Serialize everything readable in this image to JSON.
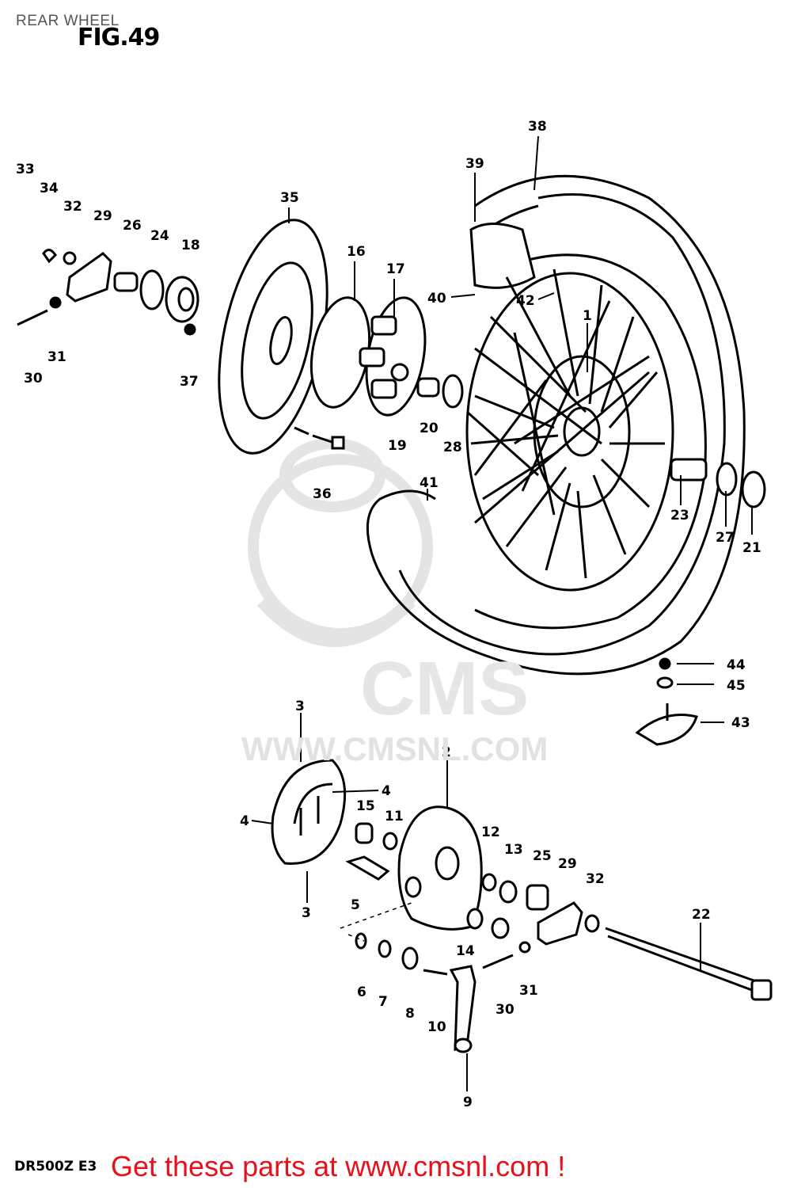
{
  "header": {
    "title": "REAR WHEEL",
    "figure": "FIG.49"
  },
  "watermark": {
    "brand": "CMS",
    "url": "WWW.CMSNL.COM"
  },
  "footer": {
    "model_code": "DR500Z E3",
    "link_text": "Get these parts at www.cmsnl.com !",
    "link_color": "#e8101a"
  },
  "callouts": {
    "c1": "1",
    "c2": "2",
    "c3a": "3",
    "c3b": "3",
    "c4a": "4",
    "c4b": "4",
    "c5": "5",
    "c6": "6",
    "c7": "7",
    "c8": "8",
    "c9": "9",
    "c10": "10",
    "c11": "11",
    "c12": "12",
    "c13": "13",
    "c14": "14",
    "c15": "15",
    "c16": "16",
    "c17": "17",
    "c18": "18",
    "c19": "19",
    "c20": "20",
    "c21": "21",
    "c22": "22",
    "c23": "23",
    "c24": "24",
    "c25": "25",
    "c26": "26",
    "c27": "27",
    "c28": "28",
    "c29a": "29",
    "c29b": "29",
    "c30a": "30",
    "c30b": "30",
    "c31a": "31",
    "c31b": "31",
    "c32a": "32",
    "c32b": "32",
    "c33": "33",
    "c34": "34",
    "c35": "35",
    "c36": "36",
    "c37": "37",
    "c38": "38",
    "c39": "39",
    "c40": "40",
    "c41": "41",
    "c42": "42",
    "c43": "43",
    "c44": "44",
    "c45": "45"
  }
}
